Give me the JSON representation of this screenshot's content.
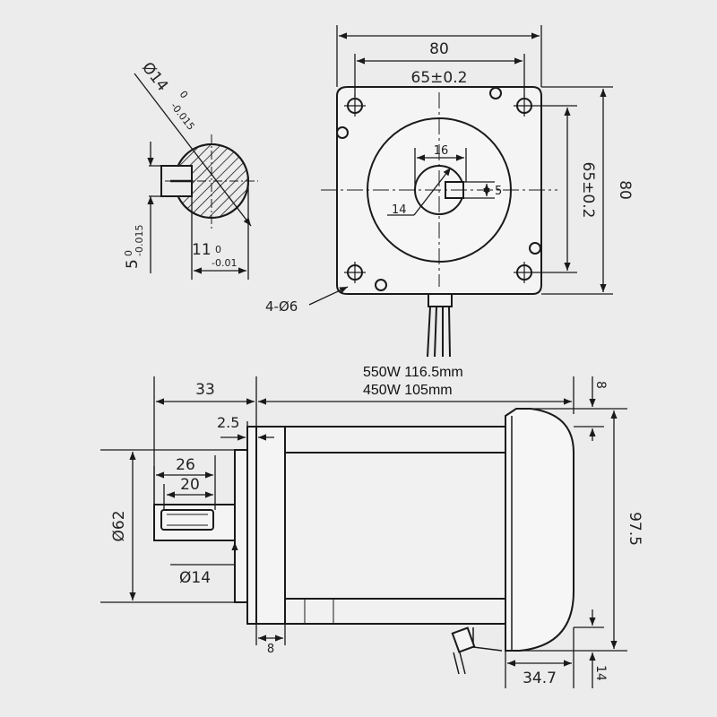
{
  "front_view": {
    "width_overall": "80",
    "hole_spacing_h": "65±0.2",
    "height_overall": "80",
    "hole_spacing_v": "65±0.2",
    "key_width": "16",
    "key_depth": "5",
    "shaft_dia": "14",
    "hole_label": "4-Ø6"
  },
  "shaft_section": {
    "dia_label": "Ø14",
    "dia_tol_upper": "0",
    "dia_tol_lower": "-0.015",
    "key_label": "5",
    "key_tol_upper": "0",
    "key_tol_lower": "-0.015",
    "depth_label": "11",
    "depth_tol_upper": "0",
    "depth_tol_lower": "-0.01"
  },
  "side_view": {
    "length_note_1": "550W 116.5mm",
    "length_note_2": "450W 105mm",
    "shaft_length": "33",
    "flange_gap": "2.5",
    "key_length": "26",
    "key_inner": "20",
    "pilot_dia": "Ø62",
    "shaft_dia": "Ø14",
    "flange_thick": "8",
    "cap_top_offset": "8",
    "body_height": "97.5",
    "cap_depth": "34.7",
    "cap_bottom_offset": "14"
  },
  "colors": {
    "line": "#1a1a1a",
    "background": "#ececec",
    "hatch": "#1a1a1a"
  }
}
